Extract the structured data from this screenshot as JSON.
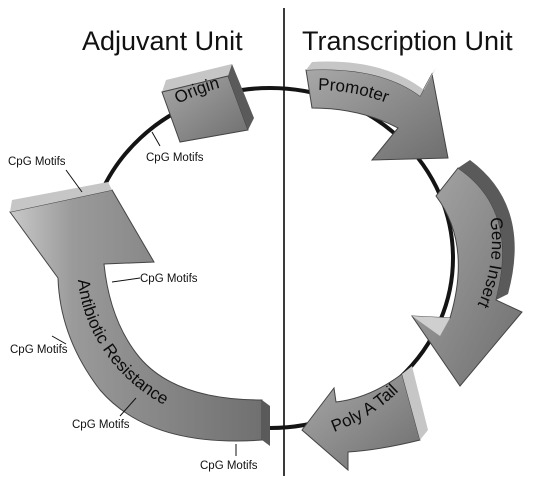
{
  "headings": {
    "left": "Adjuvant Unit",
    "right": "Transcription Unit"
  },
  "segments": {
    "origin": "Origin",
    "promoter": "Promoter",
    "gene_insert": "Gene Insert",
    "poly_a": "Poly A Tail",
    "antibiotic": "Antibiotic Resistance"
  },
  "motifs": [
    "CpG Motifs",
    "CpG Motifs",
    "CpG Motifs",
    "CpG Motifs",
    "CpG Motifs",
    "CpG Motifs"
  ],
  "colors": {
    "plasmid_line": "#141414",
    "divider": "#3a3a3a",
    "segment_face": "#8a8a8a",
    "segment_top": "#c6c6c6",
    "segment_side": "#5a5a5a"
  }
}
